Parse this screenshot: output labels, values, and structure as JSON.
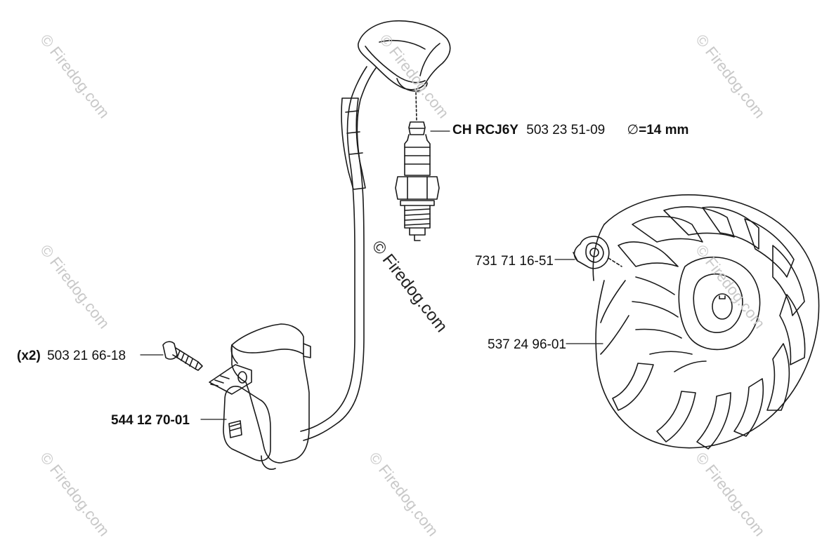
{
  "watermark": {
    "center_text": "© Firedog.com",
    "tile_text": "© Firedog.com"
  },
  "labels": {
    "spark_plug": {
      "model": "CH RCJ6Y",
      "part_number": "503 23 51-09",
      "diameter_symbol": "∅",
      "diameter_value": "=14 mm"
    },
    "nut": {
      "part_number": "731 71 16-51"
    },
    "flywheel": {
      "part_number": "537 24 96-01"
    },
    "screw": {
      "quantity": "(x2)",
      "part_number": "503 21 66-18"
    },
    "ignition_module": {
      "part_number": "544 12 70-01"
    }
  },
  "colors": {
    "line": "#1a1a1a",
    "watermark": "#c8c8c8"
  }
}
